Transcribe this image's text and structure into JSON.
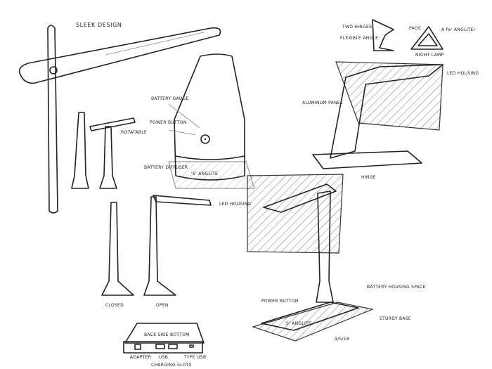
{
  "sketch": {
    "title": "SLEEK DESIGN",
    "labels": {
      "rotatable": "ROTATABLE",
      "battery_gauge": "BATTERY GAUGE",
      "power_button_1": "POWER BUTTON",
      "battery_diffuser": "BATTERY DIFFUSER",
      "brand_mark": "'S' ANGLITE",
      "two_hinges": "TWO HINGES",
      "flexible_angle": "FLEXIBLE ANGLE",
      "pads": "PADS",
      "a_for_anglite": "A for ANGLITE!",
      "night_lamp": "NIGHT LAMP",
      "led_housing_1": "LED HOUSING",
      "aluminum_panel": "ALUMINUM PANEL",
      "hinge": "HINGE",
      "led_housing_2": "LED HOUSING",
      "power_button_2": "POWER BUTTON",
      "battery_housing": "BATTERY HOUSING SPACE",
      "sturdy_base": "STURDY BASE",
      "brand_mark_2": "'S' ANGLITE",
      "date_signature": "9/5/18",
      "closed": "CLOSED",
      "open": "OPEN",
      "back_side_bottom": "BACK  SIDE  BOTTOM",
      "adapter": "ADAPTER",
      "usb": "USB",
      "type_usb": "TYPE USB",
      "charging_slots": "CHARGING SLOTS"
    }
  }
}
